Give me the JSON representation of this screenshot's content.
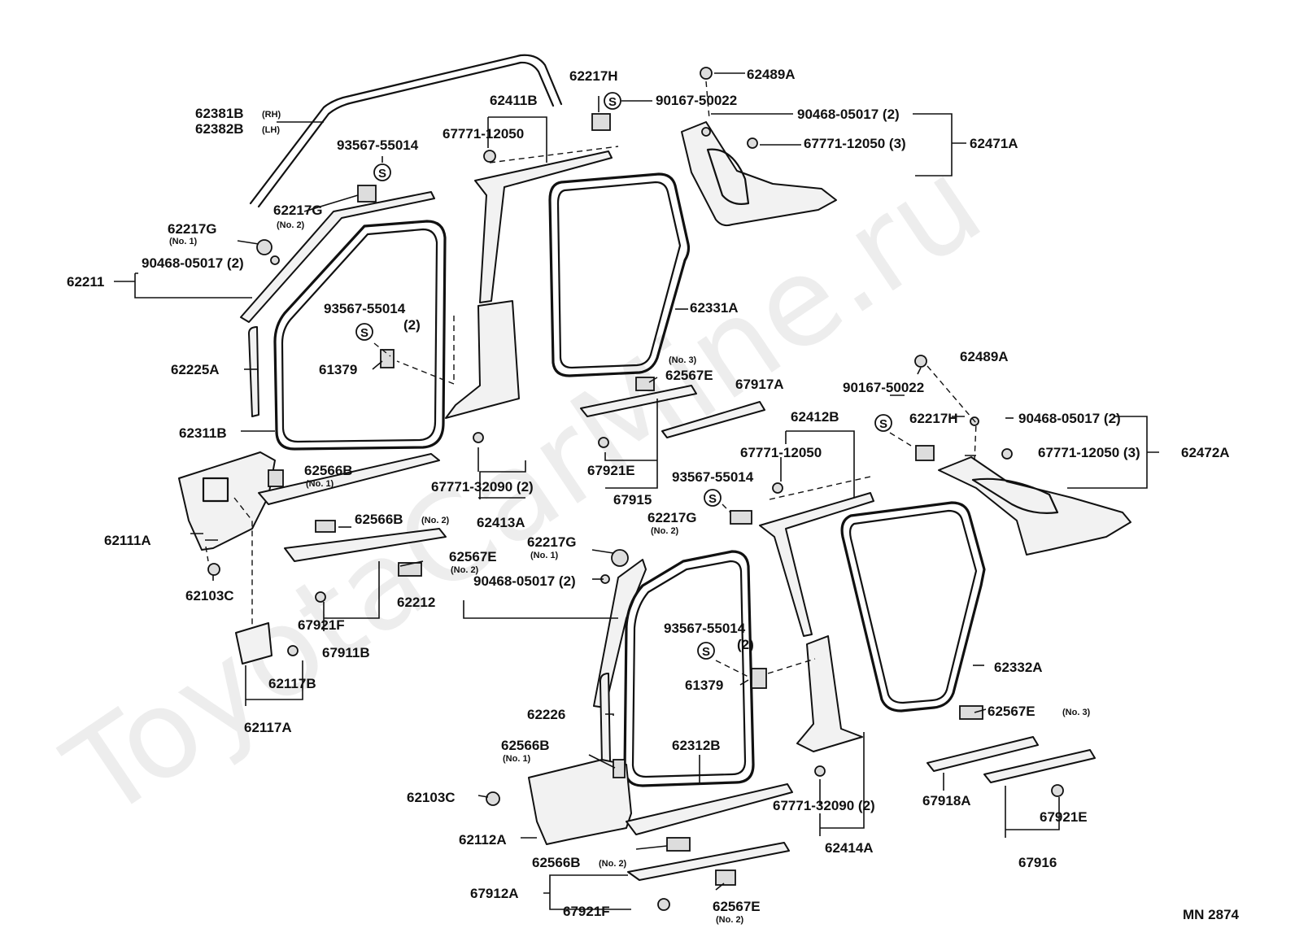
{
  "watermark": "ToyotaCarMine.ru",
  "code": "MN  2874",
  "s_symbol": "S",
  "labels": {
    "p62381B": "62381B",
    "p62381B_sub": "(RH)",
    "p62382B": "62382B",
    "p62382B_sub": "(LH)",
    "p62217H_a": "62217H",
    "p62411B": "62411B",
    "p90167_a": "90167-50022",
    "p62489A_a": "62489A",
    "p90468_a": "90468-05017 (2)",
    "p67771_12050_a": "67771-12050",
    "p93567_a": "93567-55014",
    "p67771_3_a": "67771-12050 (3)",
    "p62471A": "62471A",
    "p62217G_a": "62217G",
    "p62217G_a_sub": "(No. 2)",
    "p62217G_b": "62217G",
    "p62217G_b_sub": "(No. 1)",
    "p90468_b": "90468-05017 (2)",
    "p62211": "62211",
    "p93567_b": "93567-55014",
    "p93567_b_2": "(2)",
    "p62331A": "62331A",
    "p62225A": "62225A",
    "p61379_a": "61379",
    "p62567E_a_sub": "(No. 3)",
    "p62567E_a": "62567E",
    "p67917A": "67917A",
    "p62489A_b": "62489A",
    "p90167_b": "90167-50022",
    "p62412B": "62412B",
    "p62217H_b": "62217H",
    "p90468_c": "90468-05017 (2)",
    "p62311B": "62311B",
    "p62566B_a": "62566B",
    "p62566B_a_sub": "(No. 1)",
    "p67921E_a": "67921E",
    "p67771_12050_b": "67771-12050",
    "p67771_3_b": "67771-12050 (3)",
    "p62472A": "62472A",
    "p67771_32090_a": "67771-32090 (2)",
    "p67915": "67915",
    "p93567_c": "93567-55014",
    "p62111A": "62111A",
    "p62566B_b": "62566B",
    "p62566B_b_sub": "(No. 2)",
    "p62413A": "62413A",
    "p62217G_c": "62217G",
    "p62217G_c_sub": "(No. 2)",
    "p62217G_d": "62217G",
    "p62217G_d_sub": "(No. 1)",
    "p62567E_b": "62567E",
    "p62567E_b_sub": "(No. 2)",
    "p90468_d": "90468-05017 (2)",
    "p62103C_a": "62103C",
    "p62212": "62212",
    "p67921F_a": "67921F",
    "p67911B": "67911B",
    "p93567_d": "93567-55014",
    "p93567_d_2": "(2)",
    "p62332A": "62332A",
    "p62117B": "62117B",
    "p61379_b": "61379",
    "p62117A": "62117A",
    "p62226": "62226",
    "p62567E_c": "62567E",
    "p62567E_c_sub": "(No. 3)",
    "p62566B_c": "62566B",
    "p62566B_c_sub": "(No. 1)",
    "p62312B": "62312B",
    "p62103C_b": "62103C",
    "p67771_32090_b": "67771-32090 (2)",
    "p67918A": "67918A",
    "p67921E_b": "67921E",
    "p62112A": "62112A",
    "p62414A": "62414A",
    "p62566B_d": "62566B",
    "p62566B_d_sub": "(No. 2)",
    "p67916": "67916",
    "p67912A": "67912A",
    "p67921F_b": "67921F",
    "p62567E_d": "62567E",
    "p62567E_d_sub": "(No. 2)"
  }
}
